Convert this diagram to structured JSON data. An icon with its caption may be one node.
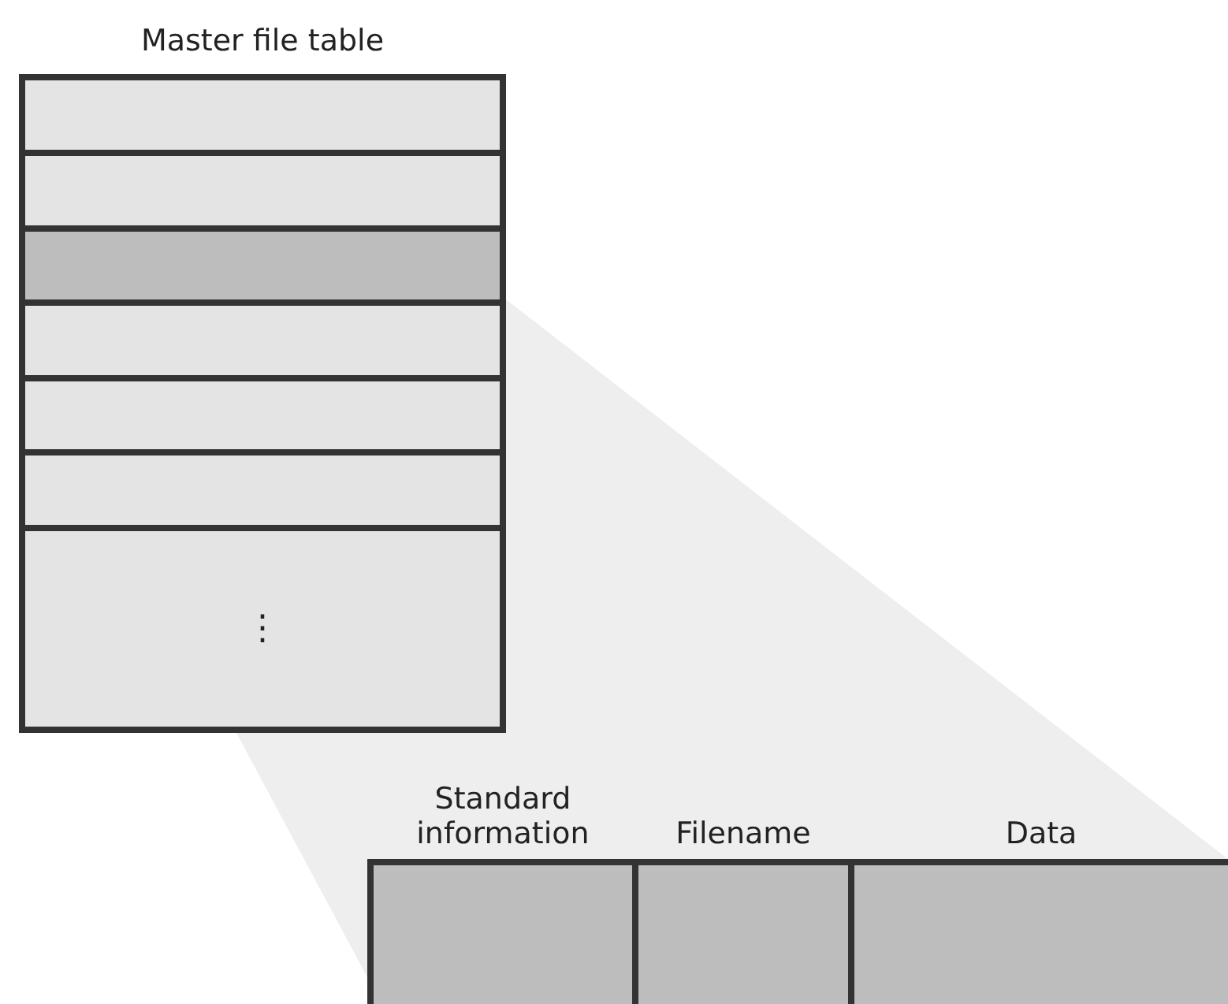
{
  "diagram": {
    "nodes": [
      {
        "text": [
          "Master file table"
        ]
      },
      {
        "text": [],
        "shape": "box",
        "in": 0
      },
      {
        "text": [],
        "shape": "box",
        "in": 0
      },
      {
        "text": [],
        "shape": "box",
        "in": 0
      },
      {
        "text": [],
        "shape": "box",
        "in": 0
      },
      {
        "text": [],
        "shape": "box",
        "in": 0
      },
      {
        "text": [],
        "shape": "box",
        "in": 0
      },
      {
        "text": [
          "⋮"
        ],
        "in": 0
      },
      {
        "text": [],
        "shape": "box"
      },
      {
        "text": [
          "Standard information"
        ],
        "in": 8
      },
      {
        "text": [
          "Filename"
        ],
        "in": 8
      },
      {
        "text": [
          "Data"
        ],
        "in": 8
      }
    ],
    "edges": []
  }
}
